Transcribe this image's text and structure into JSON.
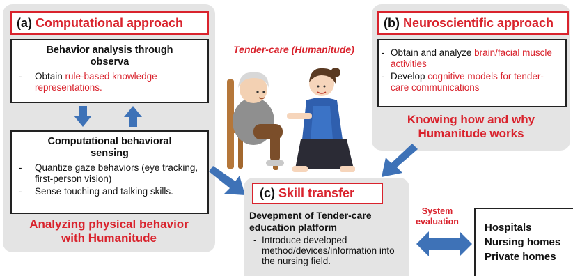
{
  "panel_a": {
    "title_prefix": "(a)",
    "title": "Computational approach",
    "box1": {
      "heading_line1": "Behavior analysis through",
      "heading_line2": "observa",
      "bullet_black": "Obtain",
      "bullet_red": "rule-based knowledge representations."
    },
    "box2": {
      "heading_line1": "Computational behavioral",
      "heading_line2": "sensing",
      "bullets": [
        "Quantize gaze behaviors (eye tracking, first-person vision)",
        "Sense touching and talking skills."
      ]
    },
    "footer_line1": "Analyzing physical behavior",
    "footer_line2": "with Humanitude"
  },
  "panel_b": {
    "title_prefix": "(b)",
    "title": "Neuroscientific approach",
    "bullet1_black": "Obtain and analyze",
    "bullet1_red": "brain/facial muscle activities",
    "bullet2_black": "Develop",
    "bullet2_red": "cognitive models for tender-care communications",
    "footer_line1": "Knowing how and why",
    "footer_line2": "Humanitude works"
  },
  "center": {
    "caption": "Tender-care (Humanitude)"
  },
  "panel_c": {
    "title_prefix": "(c)",
    "title": "Skill transfer",
    "heading_line1": "Devepment of Tender-care",
    "heading_line2": "education platform",
    "bullet": "Introduce developed method/devices/information into the nursing field."
  },
  "evaluation": {
    "label_line1": "System",
    "label_line2": "evaluation"
  },
  "targets": {
    "items": [
      "Hospitals",
      "Nursing homes",
      "Private homes"
    ]
  },
  "colors": {
    "accent_red": "#d9232d",
    "arrow_blue": "#3e72b7",
    "panel_gray": "#e4e4e4"
  }
}
